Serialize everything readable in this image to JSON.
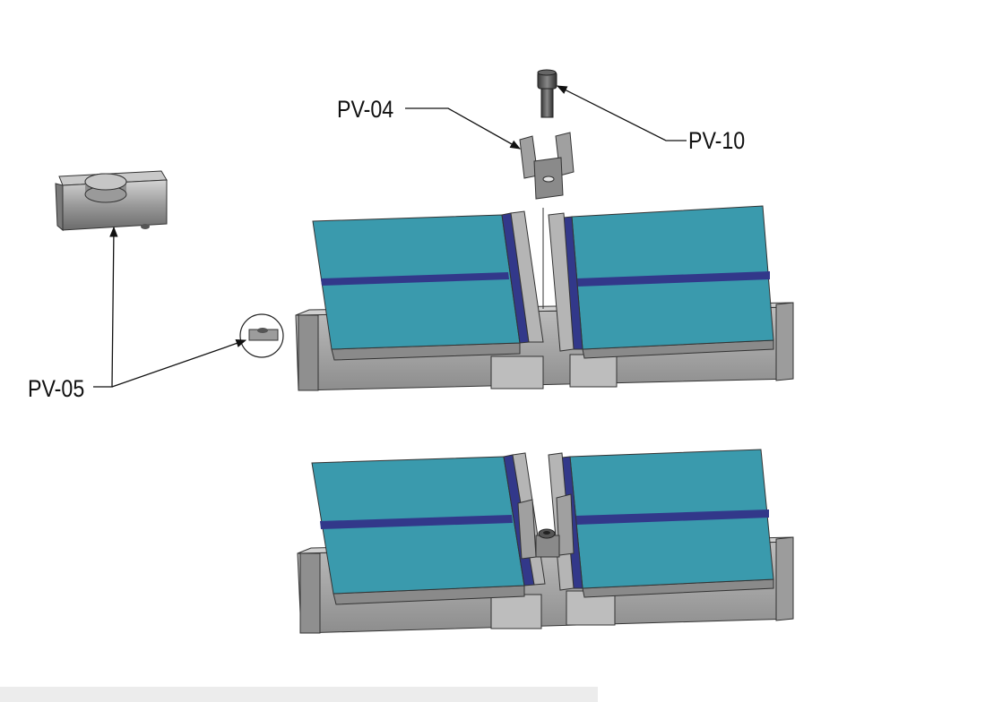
{
  "callouts": {
    "pv04": "PV-04",
    "pv10": "PV-10",
    "pv05": "PV-05"
  },
  "colors": {
    "panel_face": "#3a9aad",
    "panel_frame": "#32388a",
    "rail": "#a8a8a8",
    "rail_dark": "#8a8a8a",
    "background": "#ffffff"
  }
}
